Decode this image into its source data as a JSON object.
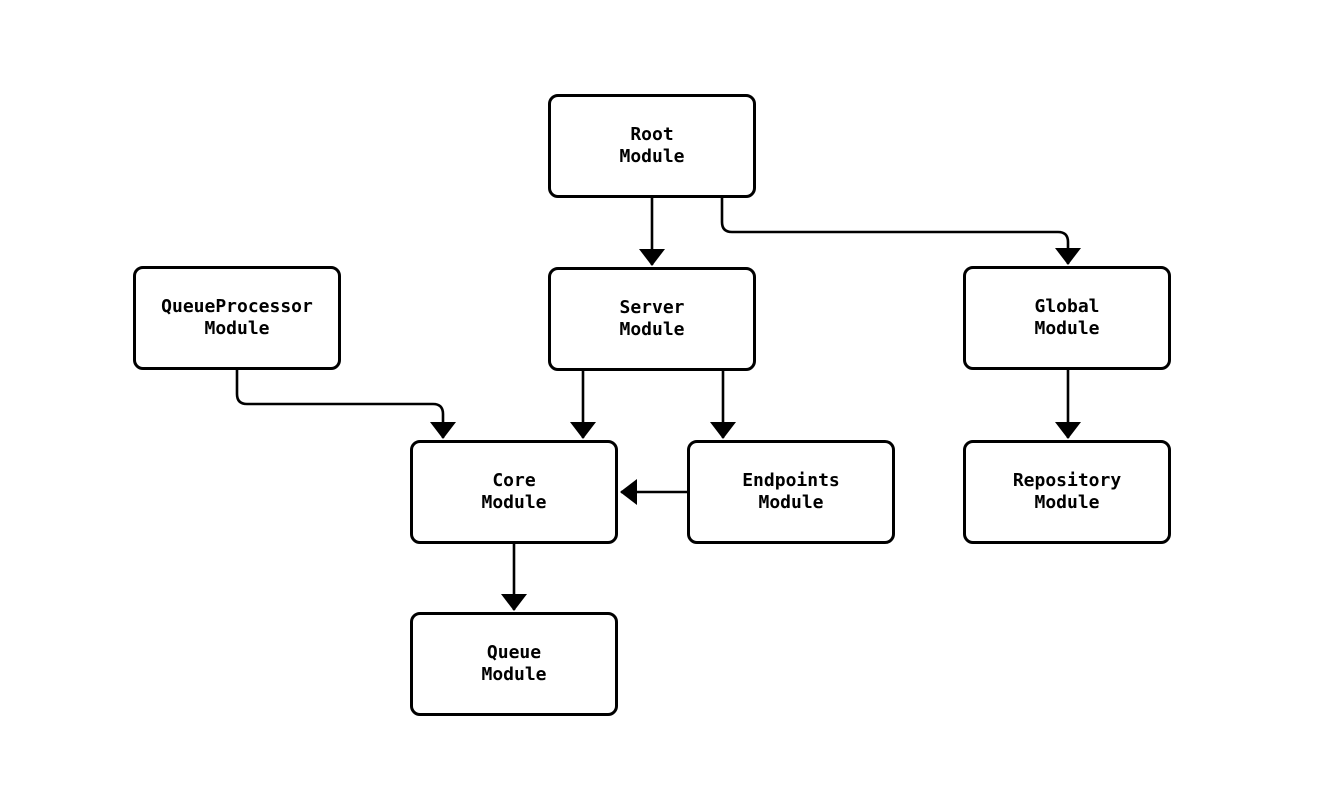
{
  "diagram": {
    "type": "flowchart",
    "background": "#ffffff",
    "node_fill": "#ffffff",
    "node_stroke": "#000000",
    "text_color": "#000000",
    "nodes": [
      {
        "id": "root",
        "line1": "Root",
        "line2": "Module"
      },
      {
        "id": "server",
        "line1": "Server",
        "line2": "Module"
      },
      {
        "id": "queueprocessor",
        "line1": "QueueProcessor",
        "line2": "Module"
      },
      {
        "id": "global",
        "line1": "Global",
        "line2": "Module"
      },
      {
        "id": "core",
        "line1": "Core",
        "line2": "Module"
      },
      {
        "id": "endpoints",
        "line1": "Endpoints",
        "line2": "Module"
      },
      {
        "id": "repository",
        "line1": "Repository",
        "line2": "Module"
      },
      {
        "id": "queue",
        "line1": "Queue",
        "line2": "Module"
      }
    ],
    "edges": [
      {
        "from": "root",
        "to": "server"
      },
      {
        "from": "root",
        "to": "global"
      },
      {
        "from": "queueprocessor",
        "to": "core"
      },
      {
        "from": "server",
        "to": "core"
      },
      {
        "from": "server",
        "to": "endpoints"
      },
      {
        "from": "endpoints",
        "to": "core"
      },
      {
        "from": "global",
        "to": "repository"
      },
      {
        "from": "core",
        "to": "queue"
      }
    ]
  }
}
